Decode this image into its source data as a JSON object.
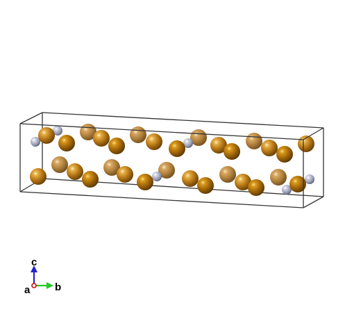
{
  "axes": {
    "a_label": "a",
    "b_label": "b",
    "c_label": "c",
    "a_color": "#cc2222",
    "b_color": "#22cc22",
    "c_color": "#2222cc"
  },
  "cell": {
    "edge_color": "#333333"
  },
  "atoms": {
    "gold_species_color": "#b07a1a",
    "gray_species_color": "#b4b8cc"
  }
}
